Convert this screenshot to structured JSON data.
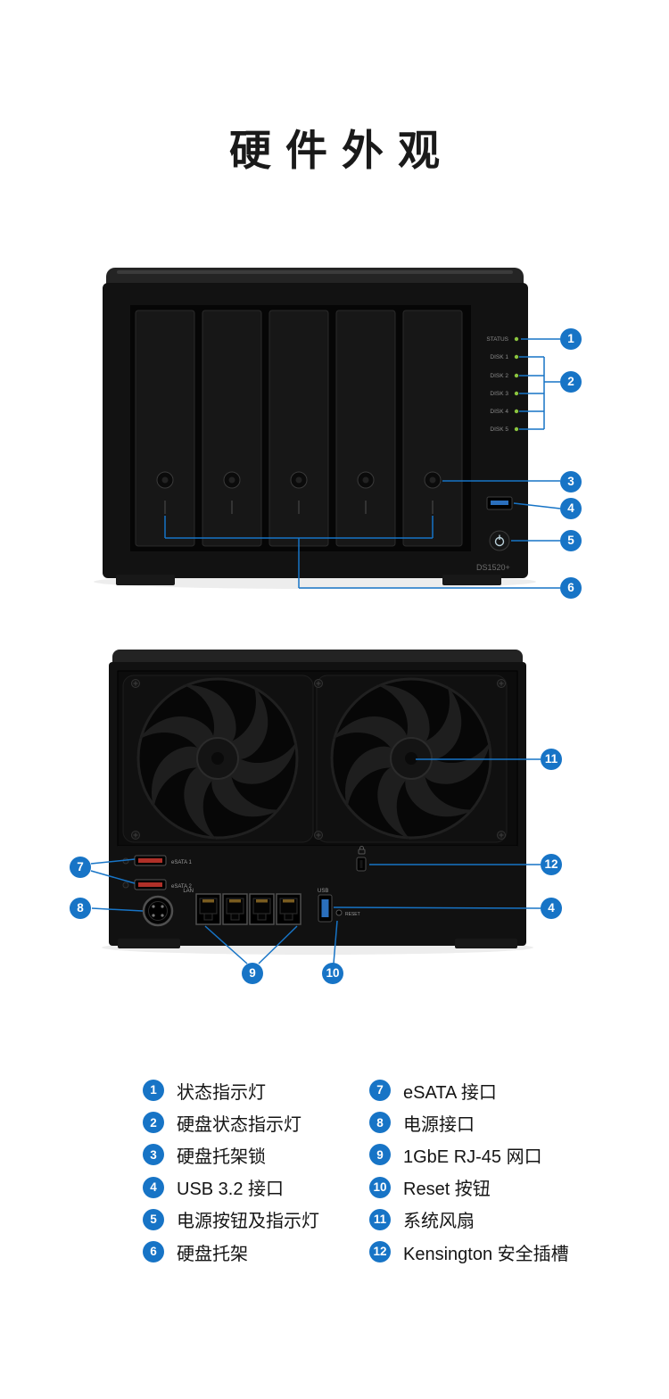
{
  "title": "硬件外观",
  "colors": {
    "callout_blue": "#1774C6",
    "device_black": "#121212",
    "led_green": "#8BC53F",
    "usb_blue": "#2A6FBD",
    "esata_red": "#B03028"
  },
  "front_view": {
    "leds": [
      "STATUS",
      "DISK 1",
      "DISK 2",
      "DISK 3",
      "DISK 4",
      "DISK 5"
    ],
    "model": "DS1520+",
    "callouts": [
      "1",
      "2",
      "3",
      "4",
      "5",
      "6"
    ]
  },
  "back_view": {
    "port_labels": {
      "esata1": "eSATA 1",
      "esata2": "eSATA 2",
      "lan": "LAN",
      "usb": "USB",
      "reset": "RESET"
    },
    "callouts": [
      "7",
      "8",
      "9",
      "10",
      "11",
      "12",
      "4"
    ]
  },
  "legend": {
    "left": [
      {
        "num": "1",
        "label": "状态指示灯"
      },
      {
        "num": "2",
        "label": "硬盘状态指示灯"
      },
      {
        "num": "3",
        "label": "硬盘托架锁"
      },
      {
        "num": "4",
        "label": "USB 3.2 接口"
      },
      {
        "num": "5",
        "label": "电源按钮及指示灯"
      },
      {
        "num": "6",
        "label": "硬盘托架"
      }
    ],
    "right": [
      {
        "num": "7",
        "label": "eSATA 接口"
      },
      {
        "num": "8",
        "label": "电源接口"
      },
      {
        "num": "9",
        "label": "1GbE RJ-45 网口"
      },
      {
        "num": "10",
        "label": "Reset 按钮"
      },
      {
        "num": "11",
        "label": "系统风扇"
      },
      {
        "num": "12",
        "label": "Kensington 安全插槽"
      }
    ]
  }
}
